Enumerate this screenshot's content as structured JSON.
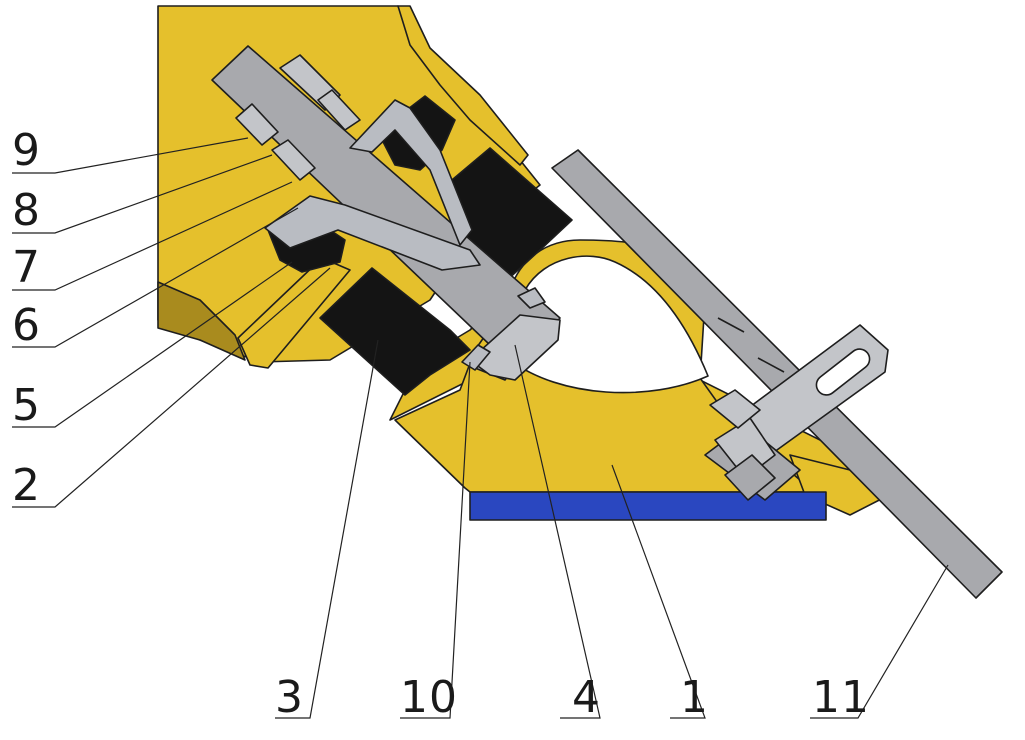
{
  "callouts": [
    {
      "id": "c9",
      "label": "9"
    },
    {
      "id": "c8",
      "label": "8"
    },
    {
      "id": "c7",
      "label": "7"
    },
    {
      "id": "c6",
      "label": "6"
    },
    {
      "id": "c5",
      "label": "5"
    },
    {
      "id": "c2",
      "label": "2"
    },
    {
      "id": "c3",
      "label": "3"
    },
    {
      "id": "c10",
      "label": "10"
    },
    {
      "id": "c4",
      "label": "4"
    },
    {
      "id": "c1",
      "label": "1"
    },
    {
      "id": "c11",
      "label": "11"
    }
  ],
  "colors": {
    "housing": "#e5c02c",
    "housing_shadow": "#a98b1e",
    "rubber": "#141414",
    "steel": "#a8a9ad",
    "steel_light": "#c3c5c9",
    "washer": "#b9bcc2",
    "base_plate": "#2a47c0"
  }
}
